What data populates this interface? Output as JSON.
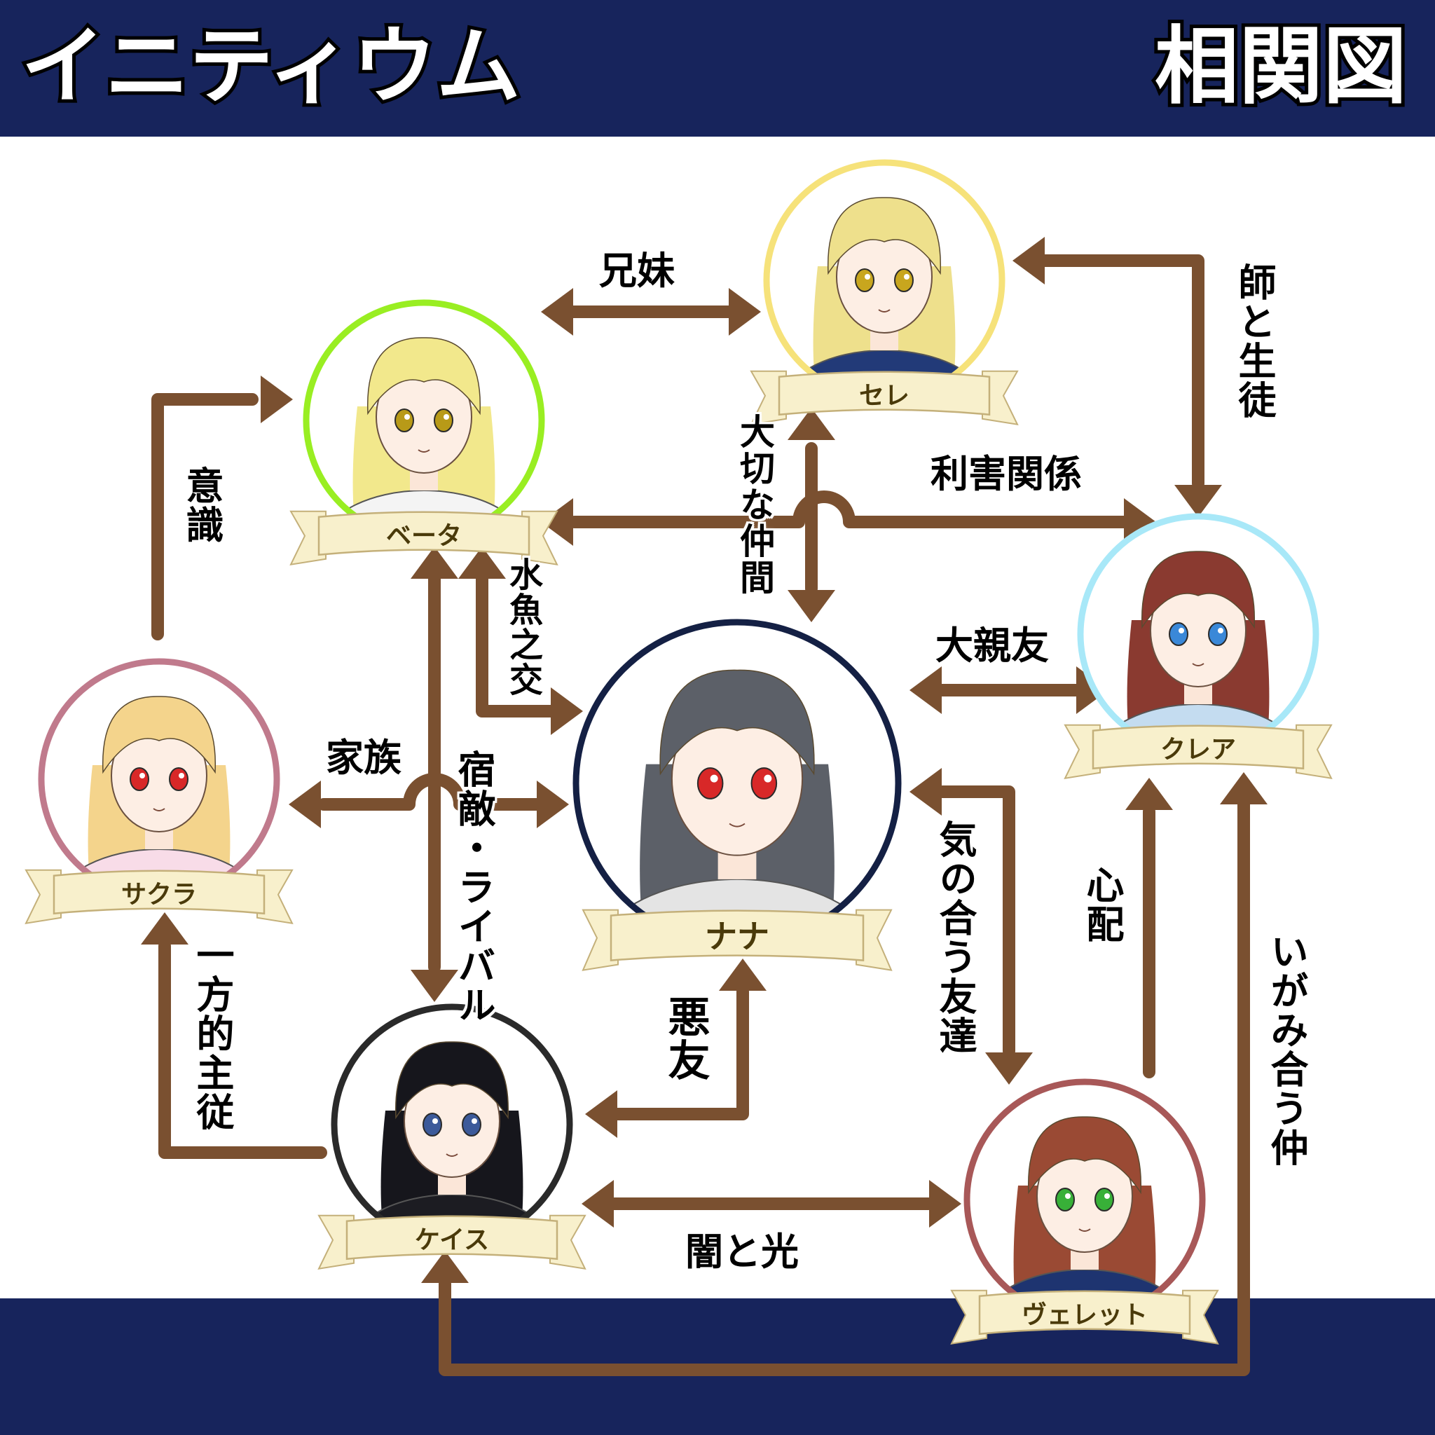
{
  "header": {
    "title": "イニティウム",
    "subtitle": "相関図"
  },
  "colors": {
    "band": "#17245c",
    "arrow": "#7a5030",
    "ribbon": "#f8f0cc",
    "ribbon_edge": "#c4b07a",
    "name_text": "#4a3a0a"
  },
  "characters": {
    "sere": {
      "name": "セレ",
      "ring": "#f6e27a",
      "hair": "#eee08c",
      "eyes": "#c8a61e",
      "cloth": "#223a78"
    },
    "beta": {
      "name": "ベータ",
      "ring": "#99ee22",
      "hair": "#f2e88c",
      "eyes": "#b89a18",
      "cloth": "#f4f4f4"
    },
    "kurea": {
      "name": "クレア",
      "ring": "#a8e8f8",
      "hair": "#8a3a30",
      "eyes": "#3a88d8",
      "cloth": "#c4dcf0"
    },
    "sakura": {
      "name": "サクラ",
      "ring": "#c07a8c",
      "hair": "#f4d48c",
      "eyes": "#d82828",
      "cloth": "#f8dce8"
    },
    "nana": {
      "name": "ナナ",
      "ring": "#142044",
      "hair": "#5c6068",
      "eyes": "#d82828",
      "cloth": "#e4e4e4"
    },
    "keisu": {
      "name": "ケイス",
      "ring": "#2a2a2a",
      "hair": "#16161c",
      "eyes": "#3c5a9a",
      "cloth": "#1c1c22"
    },
    "veret": {
      "name": "ヴェレット",
      "ring": "#a85858",
      "hair": "#9a4a34",
      "eyes": "#38b038",
      "cloth": "#1e3470"
    }
  },
  "relations": {
    "kyoudai": "兄妹",
    "shi_to_seito": "師と生徒",
    "ishiki": "意識",
    "taisetsu": "大切な仲間",
    "rigai": "利害関係",
    "suigyo": "水魚之交",
    "daishinyu": "大親友",
    "kazoku": "家族",
    "shukuteki": "宿敵・ライバル",
    "ki_no_au": "気の合う友達",
    "shinpai": "心配",
    "ippouteki": "一方的主従",
    "akuyu": "悪友",
    "igamiau": "いがみ合う仲",
    "yami_to_hikari": "闇と光"
  }
}
